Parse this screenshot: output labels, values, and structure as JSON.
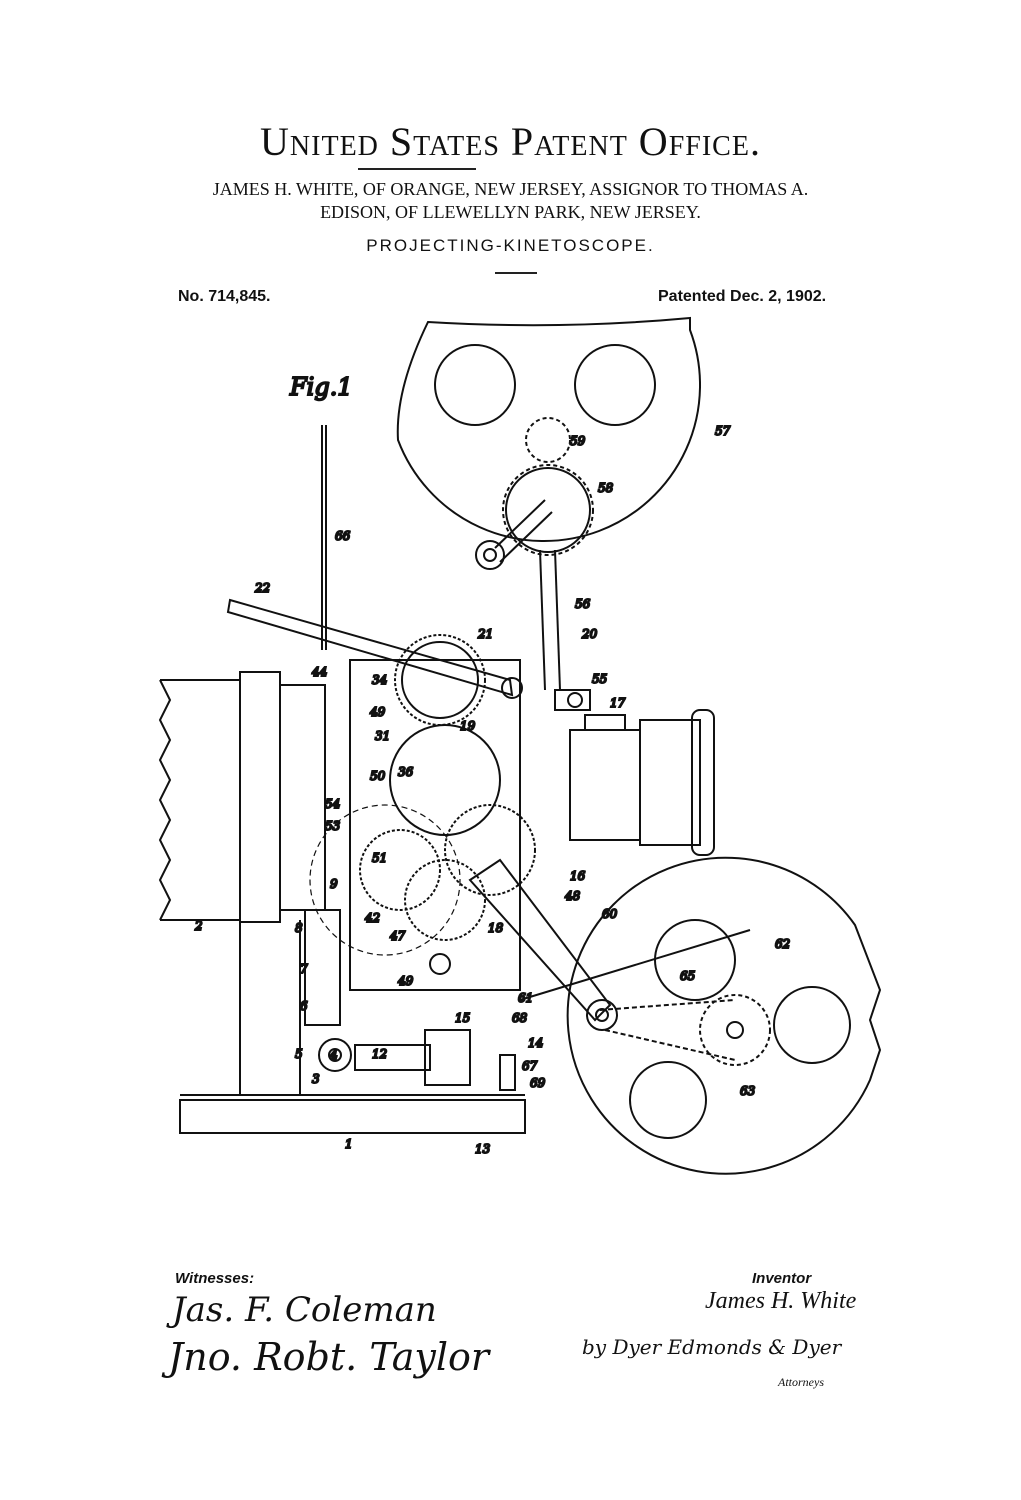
{
  "header": {
    "office": "United States Patent Office.",
    "inventor_line1": "JAMES H. WHITE, OF ORANGE, NEW JERSEY, ASSIGNOR TO THOMAS A.",
    "inventor_line2": "EDISON, OF LLEWELLYN PARK, NEW JERSEY.",
    "title": "PROJECTING-KINETOSCOPE.",
    "patent_number": "No. 714,845.",
    "patent_date": "Patented Dec. 2, 1902."
  },
  "drawing": {
    "figure_label": "Fig.1",
    "refs": [
      "57",
      "59",
      "58",
      "66",
      "22",
      "56",
      "21",
      "20",
      "55",
      "44",
      "34",
      "49",
      "31",
      "19",
      "17",
      "50",
      "36",
      "54",
      "53",
      "51",
      "9",
      "16",
      "48",
      "60",
      "8",
      "42",
      "47",
      "18",
      "62",
      "49",
      "65",
      "7",
      "61",
      "6",
      "15",
      "68",
      "14",
      "5",
      "4",
      "12",
      "67",
      "3",
      "69",
      "63",
      "2",
      "1",
      "13"
    ]
  },
  "signatures": {
    "witnesses_label": "Witnesses:",
    "witness1": "Jas. F. Coleman",
    "witness2": "Jno. Robt. Taylor",
    "inventor_label": "Inventor",
    "inventor_name": "James H. White",
    "attorneys_sig": "by Dyer Edmonds & Dyer",
    "attorneys_label": "Attorneys"
  }
}
